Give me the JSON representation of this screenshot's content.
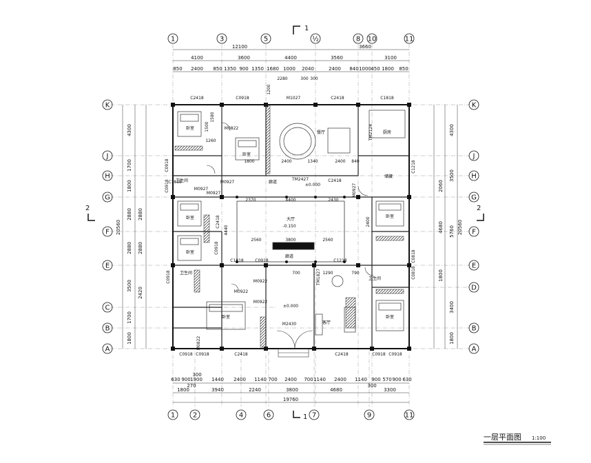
{
  "drawing": {
    "title": "一层平面图",
    "scale": "1:100",
    "section_marks": [
      "1",
      "1",
      "2",
      "2"
    ]
  },
  "axes": {
    "top": [
      "1",
      "3",
      "5",
      "½",
      "8",
      "10",
      "11"
    ],
    "bottom": [
      "1",
      "2",
      "4",
      "6",
      "7",
      "9",
      "11"
    ],
    "side": [
      "K",
      "J",
      "H",
      "G",
      "F",
      "E",
      "D",
      "C",
      "B",
      "A"
    ]
  },
  "dimensions": {
    "top_total": "12100",
    "top_total_2": "3660",
    "top_row1": [
      "4100",
      "3600",
      "4400",
      "3560",
      "3100"
    ],
    "top_row2": [
      "850",
      "2400",
      "850",
      "1350",
      "900",
      "1350",
      "1680",
      "1000",
      "2040",
      "2400",
      "840",
      "1000",
      "450",
      "1800",
      "850"
    ],
    "bottom_total": "19760",
    "bottom_row1": [
      "1800",
      "3940",
      "2240",
      "3800",
      "4680",
      "3300"
    ],
    "bottom_row2": [
      "630",
      "900",
      "1900",
      "1440",
      "2400",
      "1140",
      "700",
      "2400",
      "700",
      "1140",
      "2400",
      "1140",
      "900",
      "570",
      "900",
      "630"
    ],
    "bottom_extra": [
      "300",
      "270",
      "300"
    ],
    "left_total": "20560",
    "left_row": [
      "4300",
      "1700",
      "1800",
      "2880",
      "2880",
      "3500",
      "1700",
      "1800"
    ],
    "left_row2": [
      "2880",
      "2880",
      "2420"
    ],
    "right_total": "20560",
    "right_row": [
      "4300",
      "3500",
      "5760",
      "3400",
      "1800"
    ],
    "right_row2": [
      "2060",
      "4680",
      "1800"
    ]
  },
  "labels": {
    "top_windows": [
      "C2418",
      "C0918",
      "C2418",
      "C1818"
    ],
    "bottom_windows": [
      "C0918",
      "C0918",
      "C2418",
      "C2418",
      "C0918",
      "C0918"
    ],
    "mid_windows": [
      "C1818",
      "C2418",
      "C0918",
      "C0918",
      "C1818",
      "C0918",
      "C1218",
      "C0918",
      "C2418",
      "C1218",
      "C0918",
      "C0818",
      "C0818"
    ],
    "doors": [
      "M0822",
      "M0927",
      "M0927",
      "M0927",
      "M0922",
      "M0922",
      "M0922",
      "M0927",
      "M1027",
      "TM2124",
      "TM2427",
      "TM1827",
      "M2430",
      "M0822"
    ],
    "elevations": [
      "±0.000",
      "-0.150",
      "±0.000"
    ],
    "rooms": [
      "卧室",
      "卧室",
      "卧室",
      "卧室",
      "卧室",
      "卧室",
      "卧室",
      "餐厅",
      "厨房",
      "大厅",
      "客厅",
      "卫生间",
      "卫生间",
      "卫生间",
      "廊道",
      "廊道",
      "储藏"
    ],
    "inner_dims": [
      "2280",
      "300",
      "300",
      "1200",
      "1580",
      "1500",
      "1260",
      "1800",
      "2400",
      "1340",
      "2400",
      "840",
      "2370",
      "4400",
      "2430",
      "2560",
      "3800",
      "2560",
      "4440",
      "2400",
      "1290",
      "790",
      "700"
    ]
  }
}
